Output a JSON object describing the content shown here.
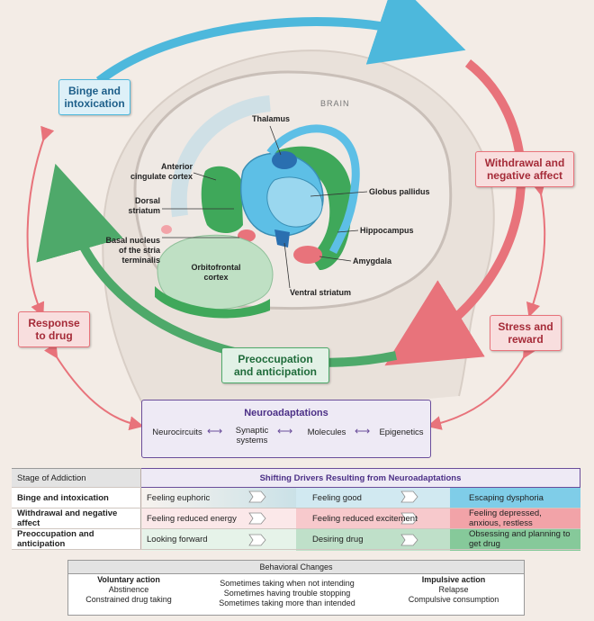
{
  "cycle": {
    "binge": {
      "line1": "Binge and",
      "line2": "intoxication"
    },
    "withdrawal": {
      "line1": "Withdrawal and",
      "line2": "negative affect"
    },
    "preoccupation": {
      "line1": "Preoccupation",
      "line2": "and anticipation"
    },
    "response": {
      "line1": "Response",
      "line2": "to drug"
    },
    "stress": {
      "line1": "Stress and",
      "line2": "reward"
    }
  },
  "brain": {
    "title": "BRAIN",
    "labels": {
      "thalamus": "Thalamus",
      "anterior_cingulate_1": "Anterior",
      "anterior_cingulate_2": "cingulate cortex",
      "dorsal_striatum_1": "Dorsal",
      "dorsal_striatum_2": "striatum",
      "globus_pallidus": "Globus pallidus",
      "hippocampus": "Hippocampus",
      "basal_nucleus_1": "Basal nucleus",
      "basal_nucleus_2": "of the stria",
      "basal_nucleus_3": "terminalis",
      "orbitofrontal_1": "Orbitofrontal",
      "orbitofrontal_2": "cortex",
      "amygdala": "Amygdala",
      "ventral_striatum": "Ventral striatum"
    }
  },
  "neuroadaptations": {
    "title": "Neuroadaptations",
    "items": [
      "Neurocircuits",
      "Synaptic",
      "systems",
      "Molecules",
      "Epigenetics"
    ]
  },
  "table": {
    "col1_header": "Stage of Addiction",
    "col2_header": "Shifting Drivers Resulting from Neuroadaptations",
    "rows": [
      {
        "stage": "Binge and intoxication",
        "cells": [
          "Feeling euphoric",
          "Feeling good",
          "Escaping dysphoria"
        ]
      },
      {
        "stage": "Withdrawal and negative affect",
        "cells": [
          "Feeling reduced energy",
          "Feeling reduced excitement",
          "Feeling depressed, anxious, restless"
        ]
      },
      {
        "stage": "Preoccupation and anticipation",
        "cells": [
          "Looking forward",
          "Desiring drug",
          "Obsessing and planning to get drug"
        ]
      }
    ]
  },
  "behavior": {
    "title": "Behavioral Changes",
    "voluntary": {
      "title": "Voluntary action",
      "l1": "Abstinence",
      "l2": "Constrained drug taking"
    },
    "middle": {
      "l1": "Sometimes taking when not intending",
      "l2": "Sometimes having trouble stopping",
      "l3": "Sometimes taking more than intended"
    },
    "impulsive": {
      "title": "Impulsive action",
      "l1": "Relapse",
      "l2": "Compulsive consumption"
    }
  },
  "colors": {
    "binge_blue": "#4db8dc",
    "withdrawal_red": "#e8737b",
    "preoccupation_green": "#4ea96a",
    "neuro_purple": "#6a4d9a",
    "brain_green": "#3fa85a",
    "brain_blue": "#5dbfe6"
  }
}
